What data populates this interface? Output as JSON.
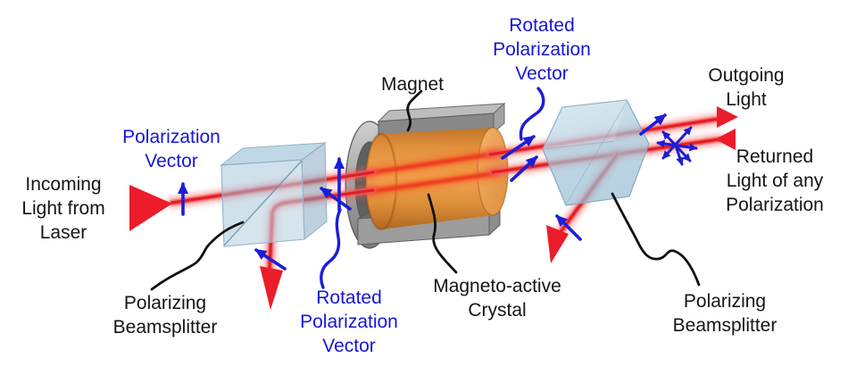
{
  "title": "Optical isolator (Faraday rotator) diagram",
  "colors": {
    "background": "#ffffff",
    "beam_red": "#e41e26",
    "arrow_red": "#ec1c2b",
    "arrow_blue": "#1d1dd6",
    "label_blue": "#1616d9",
    "label_black": "#151515",
    "beamsplitter_blue": "#a9c6da",
    "crystal_orange": "#e89b43",
    "magnet_gray": "#9a9a9a"
  },
  "labels": {
    "polarization_vector": {
      "lines": [
        "Polarization",
        "Vector"
      ],
      "color": "blue"
    },
    "incoming_light": {
      "lines": [
        "Incoming",
        "Light from",
        "Laser"
      ],
      "color": "black"
    },
    "polarizing_beamsplitter_left": {
      "lines": [
        "Polarizing",
        "Beamsplitter"
      ],
      "color": "black"
    },
    "magnet": {
      "lines": [
        "Magnet"
      ],
      "color": "black"
    },
    "rotated_polarization_vector_bottom": {
      "lines": [
        "Rotated",
        "Polarization",
        "Vector"
      ],
      "color": "blue"
    },
    "magneto_active_crystal": {
      "lines": [
        "Magneto-active",
        "Crystal"
      ],
      "color": "black"
    },
    "rotated_polarization_vector_top": {
      "lines": [
        "Rotated",
        "Polarization",
        "Vector"
      ],
      "color": "blue"
    },
    "outgoing_light": {
      "lines": [
        "Outgoing",
        "Light"
      ],
      "color": "black"
    },
    "returned_light": {
      "lines": [
        "Returned",
        "Light of any",
        "Polarization"
      ],
      "color": "black"
    },
    "polarizing_beamsplitter_right": {
      "lines": [
        "Polarizing",
        "Beamsplitter"
      ],
      "color": "black"
    }
  },
  "icons": [
    {
      "name": "incoming-laser-arrow",
      "glyph": "red-triangle-right"
    },
    {
      "name": "outgoing-light-arrow",
      "glyph": "red-triangle-right"
    },
    {
      "name": "returned-light-arrow",
      "glyph": "red-triangle-left"
    },
    {
      "name": "rejected-beam-arrow-left-cube",
      "glyph": "red-triangle-down"
    },
    {
      "name": "rejected-beam-arrow-right-cube",
      "glyph": "red-triangle-down-left"
    },
    {
      "name": "polarization-vector-arrow",
      "glyph": "blue-arrow-up"
    },
    {
      "name": "forward-polarization-arrow",
      "glyph": "blue-arrow-up"
    },
    {
      "name": "returned-rotated-polarization-arrow",
      "glyph": "blue-arrow-up-left"
    },
    {
      "name": "rejected-polarization-arrow",
      "glyph": "blue-arrow-up-left"
    },
    {
      "name": "rotated-polarization-arrow-upper",
      "glyph": "blue-arrow-up-right"
    },
    {
      "name": "rotated-polarization-arrow-lower",
      "glyph": "blue-arrow-up-right"
    },
    {
      "name": "outgoing-polarization-arrow",
      "glyph": "blue-arrow-up-right"
    },
    {
      "name": "any-polarization-starburst",
      "glyph": "blue-arrow-starburst"
    },
    {
      "name": "rejected-polarization-arrow-right",
      "glyph": "blue-arrow-up-left"
    }
  ]
}
